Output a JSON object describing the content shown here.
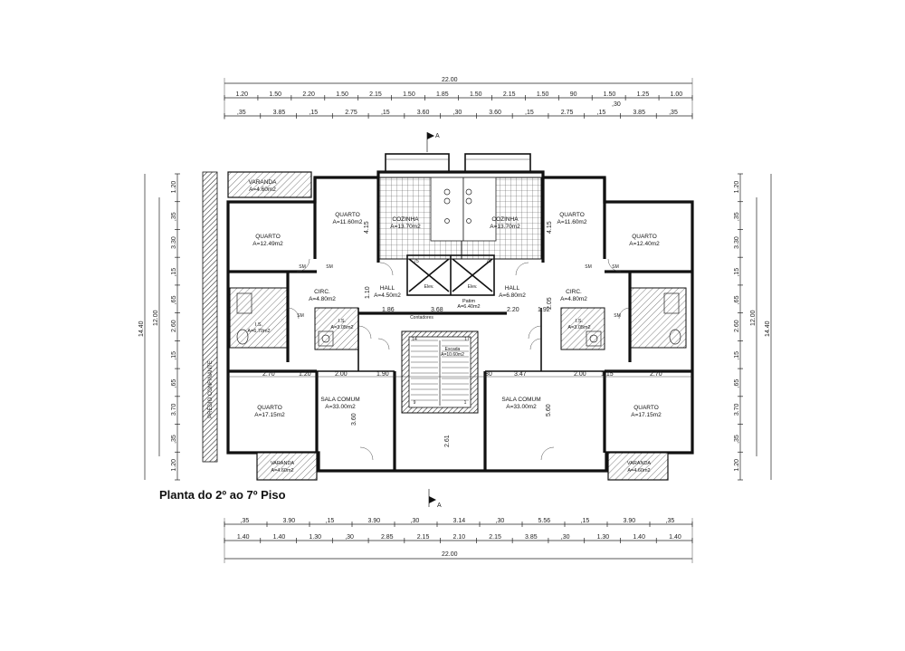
{
  "title": "Planta do 2º ao 7º Piso",
  "section_marks": {
    "top": "A",
    "bottom": "A"
  },
  "top_dims": {
    "overall": "22.00",
    "row1": [
      "1.20",
      "1.50",
      "2.20",
      "1.50",
      "2.15",
      "1.50",
      "1.85",
      "1.50",
      "2.15",
      "1.50",
      "90",
      "1.50",
      "1.25",
      "1.00"
    ],
    "row1_extra": ",30",
    "row2": [
      ",35",
      "3.85",
      ",15",
      "2.75",
      ",15",
      "3.60",
      ",30",
      "3.60",
      ",15",
      "2.75",
      ",15",
      "3.85",
      ",35"
    ]
  },
  "bottom_dims": {
    "overall": "22.00",
    "row1": [
      ",35",
      "3.90",
      ",15",
      "3.90",
      ",30",
      "3.14",
      ",30",
      "5.56",
      ",15",
      "3.90",
      ",35"
    ],
    "row2": [
      "1.40",
      "1.40",
      "1.30",
      ",30",
      "2.85",
      "2.15",
      "2.10",
      "2.15",
      "3.85",
      ",30",
      "1.30",
      "1.40",
      "1.40"
    ]
  },
  "left_dims": {
    "overall": "14.40",
    "inner": "12.00",
    "parts": [
      "1.20",
      ",35",
      "3.30",
      ",15",
      ",65",
      "2.60",
      ",15",
      ",65",
      "3.70",
      ",35",
      "1.20"
    ]
  },
  "right_dims": {
    "overall": "14.40",
    "inner": "12.00",
    "parts": [
      "1.20",
      ",35",
      "3.30",
      ",15",
      ",65",
      "2.60",
      ",15",
      ",65",
      "3.70",
      ",35",
      "1.20"
    ]
  },
  "interior_dims": [
    "2.70",
    "1.20",
    "2.00",
    "1.90",
    "30",
    "3.47",
    "2.00",
    "1.15",
    "2.70",
    "3.60",
    "5.60",
    "2.61",
    "4.15",
    "4.15",
    "1.10",
    "2.05",
    "1.86",
    "3.68",
    "1.92",
    "2.20"
  ],
  "neighbour_label": "PRÉDIO CONFINANTE",
  "rooms": [
    {
      "id": "varanda-nw",
      "name": "VARANDA",
      "area": "A=4.60m2"
    },
    {
      "id": "quarto-nw",
      "name": "QUARTO",
      "area": "A=12.49m2"
    },
    {
      "id": "quarto-n-left",
      "name": "QUARTO",
      "area": "A=11.60m2"
    },
    {
      "id": "cozinha-left",
      "name": "COZINHA",
      "area": "A=13.70m2"
    },
    {
      "id": "cozinha-right",
      "name": "COZINHA",
      "area": "A=13.70m2"
    },
    {
      "id": "quarto-n-right",
      "name": "QUARTO",
      "area": "A=11.60m2"
    },
    {
      "id": "quarto-ne",
      "name": "QUARTO",
      "area": "A=12.40m2"
    },
    {
      "id": "circ-left",
      "name": "CIRC.",
      "area": "A=4.80m2"
    },
    {
      "id": "hall-left",
      "name": "HALL",
      "area": "A=4.50m2"
    },
    {
      "id": "patim",
      "name": "Patim",
      "area": "A=6.40m2"
    },
    {
      "id": "hall-right",
      "name": "HALL",
      "area": "A=6.80m2"
    },
    {
      "id": "circ-right",
      "name": "CIRC.",
      "area": "A=4.80m2"
    },
    {
      "id": "is-left-outer",
      "name": "I.S.",
      "area": "A=6.70m2"
    },
    {
      "id": "is-left-inner",
      "name": "I.S.",
      "area": "A=3.05m2"
    },
    {
      "id": "is-right-inner",
      "name": "I.S.",
      "area": "A=3.05m2"
    },
    {
      "id": "escada",
      "name": "Escada",
      "area": "A=10.60m2"
    },
    {
      "id": "quarto-sw",
      "name": "QUARTO",
      "area": "A=17.15m2"
    },
    {
      "id": "sala-left",
      "name": "SALA COMUM",
      "area": "A=33.00m2"
    },
    {
      "id": "sala-right",
      "name": "SALA COMUM",
      "area": "A=33.00m2"
    },
    {
      "id": "quarto-se",
      "name": "QUARTO",
      "area": "A=17.15m2"
    },
    {
      "id": "varanda-sw",
      "name": "VARANDA",
      "area": "A=4.60m2"
    },
    {
      "id": "varanda-se",
      "name": "VARANDA",
      "area": "A=4.60m2"
    }
  ],
  "misc_labels": {
    "contadores": "Contadores",
    "elev": "Elev.",
    "stair_top": "14",
    "stair_bottom": "9",
    "stair_right": "17",
    "stair_mid": "1",
    "sm": "SM",
    "numbers_75": "75"
  }
}
